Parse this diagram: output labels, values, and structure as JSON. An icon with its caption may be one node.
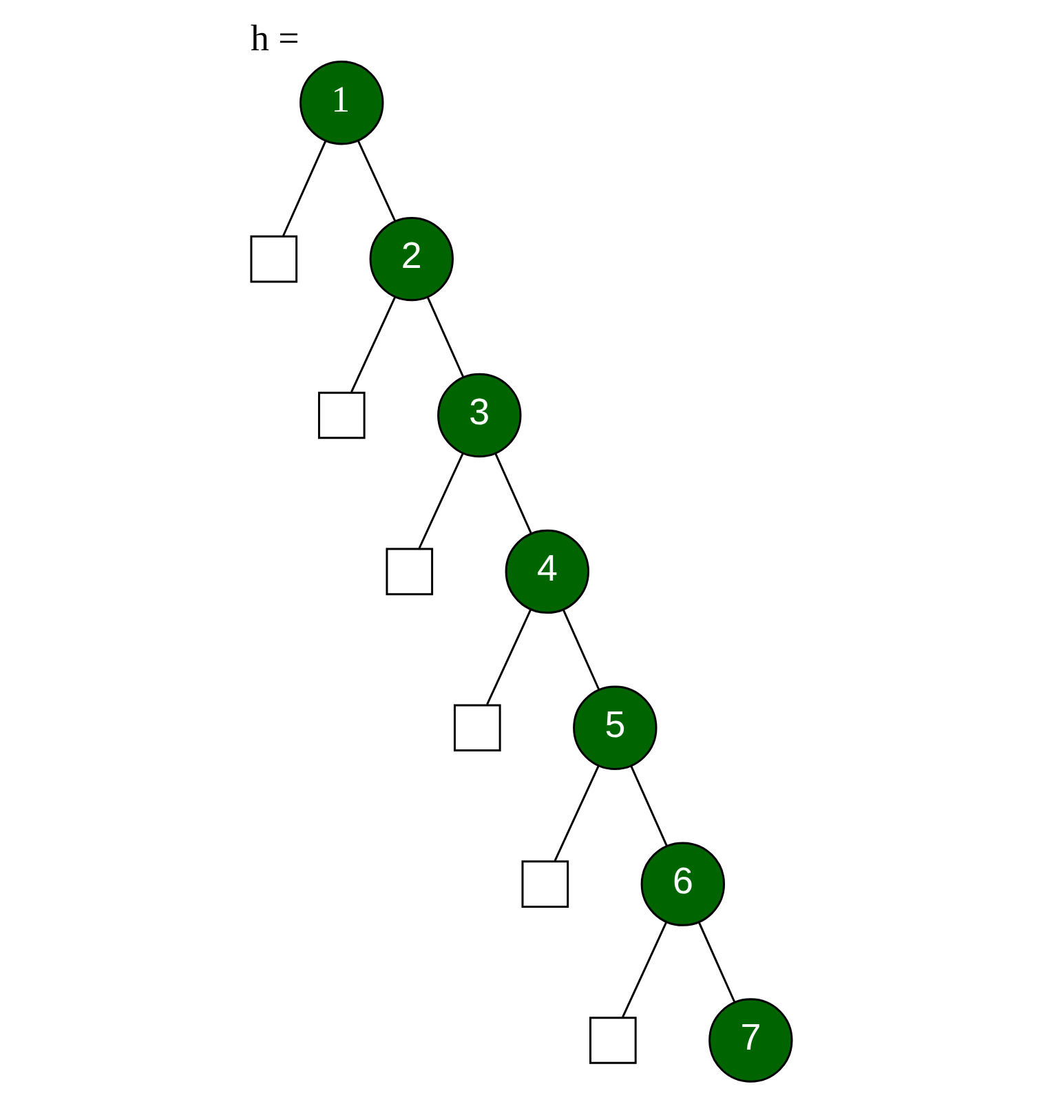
{
  "diagram": {
    "nodes": [
      {
        "text": [
          "1"
        ],
        "beside": [
          "h ="
        ]
      },
      {
        "text": [],
        "shape": "box"
      },
      {
        "text": [
          "2"
        ]
      },
      {
        "text": [],
        "shape": "box"
      },
      {
        "text": [
          "3"
        ]
      },
      {
        "text": [],
        "shape": "box"
      },
      {
        "text": [
          "4"
        ]
      },
      {
        "text": [],
        "shape": "box"
      },
      {
        "text": [
          "5"
        ]
      },
      {
        "text": [],
        "shape": "box"
      },
      {
        "text": [
          "6"
        ]
      },
      {
        "text": [],
        "shape": "box"
      },
      {
        "text": [
          "7"
        ]
      }
    ],
    "edges": [
      {
        "from": 0,
        "to": 1,
        "arrow": "none"
      },
      {
        "from": 0,
        "to": 2,
        "arrow": "none"
      },
      {
        "from": 2,
        "to": 3,
        "arrow": "none"
      },
      {
        "from": 2,
        "to": 4,
        "arrow": "none"
      },
      {
        "from": 4,
        "to": 5,
        "arrow": "none"
      },
      {
        "from": 4,
        "to": 6,
        "arrow": "none"
      },
      {
        "from": 6,
        "to": 7,
        "arrow": "none"
      },
      {
        "from": 6,
        "to": 8,
        "arrow": "none"
      },
      {
        "from": 8,
        "to": 9,
        "arrow": "none"
      },
      {
        "from": 8,
        "to": 10,
        "arrow": "none"
      },
      {
        "from": 10,
        "to": 11,
        "arrow": "none"
      },
      {
        "from": 10,
        "to": 12,
        "arrow": "none"
      }
    ]
  }
}
